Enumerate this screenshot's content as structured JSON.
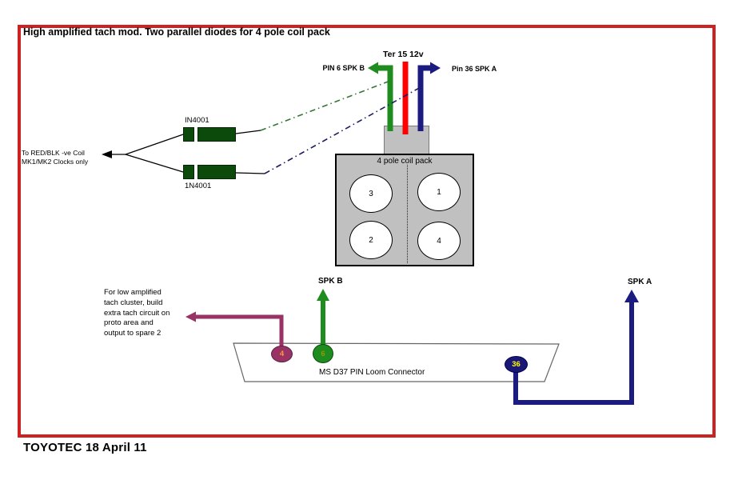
{
  "page": {
    "title": "High amplified tach mod. Two parallel diodes for 4 pole coil pack",
    "footer": "TOYOTEC 18 April 11",
    "border_color": "#cc2222"
  },
  "top": {
    "supply_label": "Ter 15 12v",
    "pin6_label": "PIN 6 SPK B",
    "pin36_label": "Pin 36 SPK A"
  },
  "diodes": {
    "top_label": "IN4001",
    "bottom_label": "1N4001",
    "note_line1": "To RED/BLK -ve Coil",
    "note_line2": "MK1/MK2 Clocks only"
  },
  "coil_pack": {
    "label": "4 pole coil pack",
    "poles": [
      "3",
      "1",
      "2",
      "4"
    ]
  },
  "connector": {
    "label": "MS D37 PIN Loom Connector",
    "spk_b_label": "SPK B",
    "spk_a_label": "SPK A",
    "pins": [
      {
        "number": "4",
        "color": "#993366",
        "text_color": "#ff9933"
      },
      {
        "number": "6",
        "color": "#1e8c1e",
        "text_color": "#8f9b00"
      },
      {
        "number": "36",
        "color": "#191975",
        "text_color": "#ffff00"
      }
    ],
    "note": [
      "For low amplified",
      "tach cluster, build",
      "extra tach circuit on",
      "proto area and",
      "output to spare 2"
    ]
  },
  "colors": {
    "wire_green": "#1e8c1e",
    "wire_red": "#ff0000",
    "wire_navy": "#1c1c80",
    "wire_purple": "#993366",
    "dashdot_green": "#337733",
    "dashdot_navy": "#1c1c60",
    "diode_green": "#0c4a0c",
    "coil_gray": "#c0c0c0",
    "line_black": "#000000",
    "trapezoid_stroke": "#666666"
  }
}
